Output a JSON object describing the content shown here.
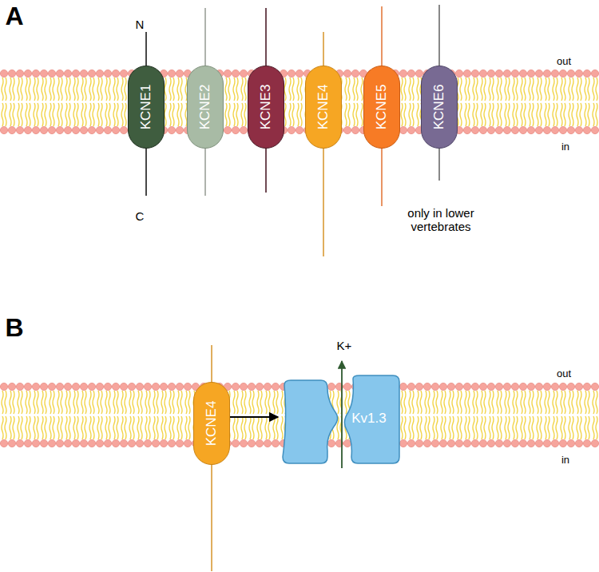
{
  "diagram": {
    "nodes": [
      {
        "text": [
          "KCNE1"
        ]
      },
      {
        "text": [
          "KCNE2"
        ]
      },
      {
        "text": [
          "KCNE3"
        ]
      },
      {
        "text": [
          "KCNE4"
        ]
      },
      {
        "text": [
          "KCNE5"
        ]
      },
      {
        "text": [
          "KCNE6"
        ]
      },
      {
        "text": [
          "KCNE4"
        ]
      },
      {
        "text": [
          "Kv1.3"
        ]
      }
    ],
    "edges": [
      {
        "from": 6,
        "to": 7,
        "arrow": "to"
      }
    ],
    "labels": [
      "A",
      "N",
      "C",
      "out",
      "in",
      "only in lower vertebrates",
      "B",
      "K+",
      "out",
      "in"
    ]
  }
}
